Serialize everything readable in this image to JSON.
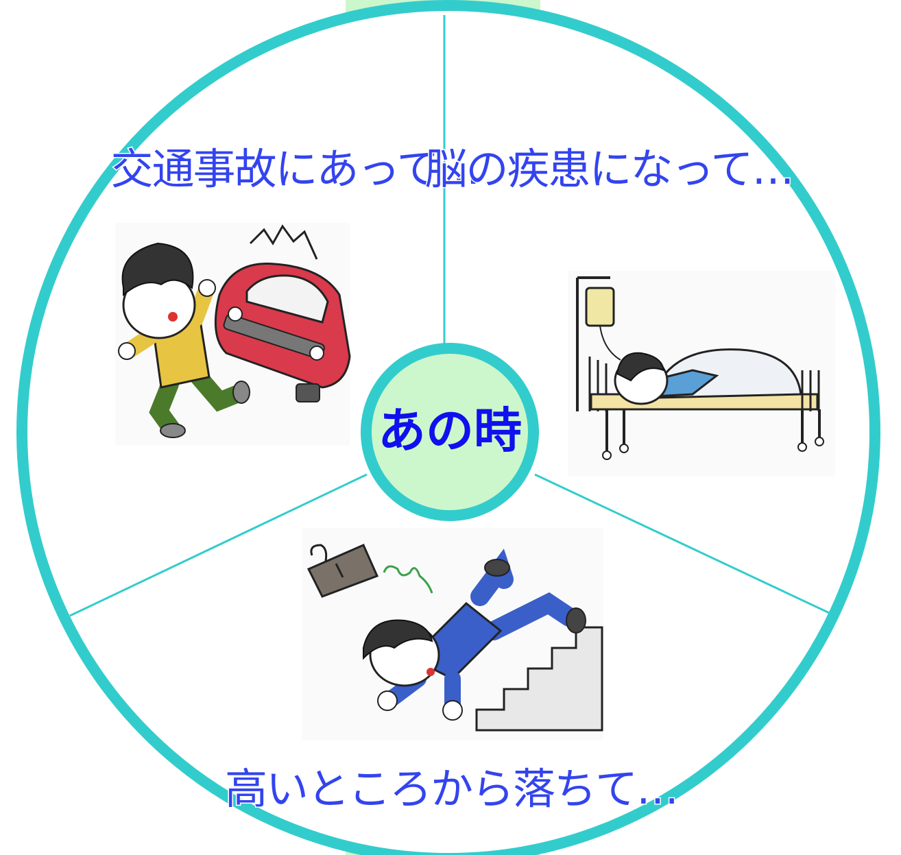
{
  "center": {
    "label": "あの時"
  },
  "segments": [
    {
      "label": "交通事故にあって…",
      "illustration": "car-accident-illustration"
    },
    {
      "label": "脳の疾患になって…",
      "illustration": "hospital-bed-illustration"
    },
    {
      "label": "高いところから落ちて…",
      "illustration": "falling-stairs-illustration"
    }
  ],
  "colors": {
    "ring": "#33cccc",
    "center_fill": "#ccf7cc",
    "band": "#ccf7cc",
    "label_text": "#3344ee",
    "center_text": "#1010ee"
  }
}
